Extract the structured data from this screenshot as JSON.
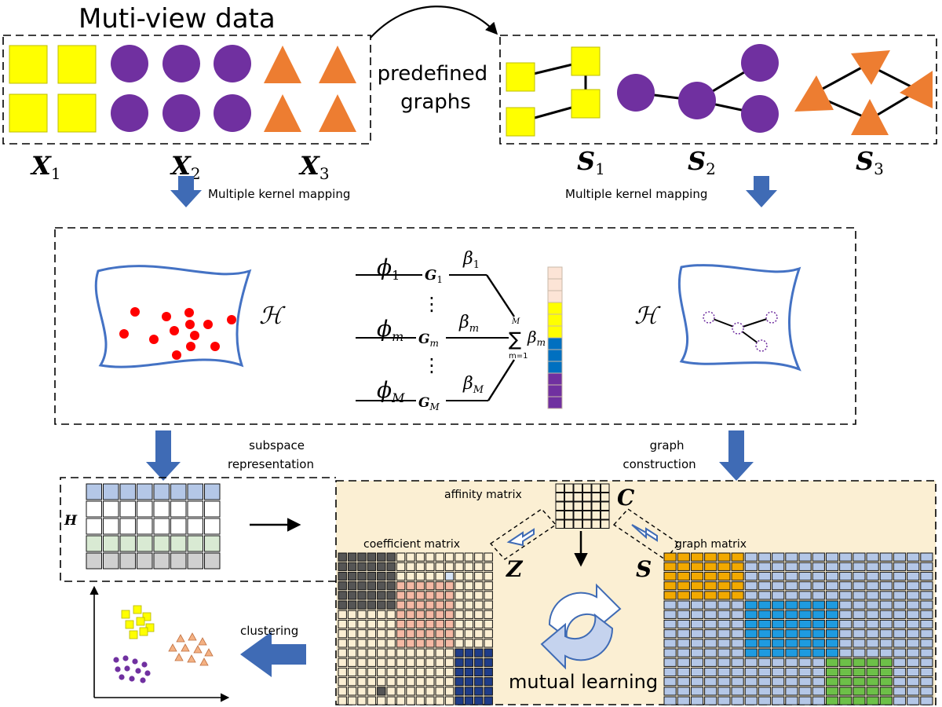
{
  "title": "Muti-view data",
  "predefined_graphs": [
    "predefined",
    "graphs"
  ],
  "views": [
    "X",
    "X",
    "X"
  ],
  "view_subscripts": [
    "1",
    "2",
    "3"
  ],
  "graphs": [
    "S",
    "S",
    "S"
  ],
  "graph_subscripts": [
    "1",
    "2",
    "3"
  ],
  "kernel_mapping_left": "Multiple kernel mapping",
  "kernel_mapping_right": "Multiple kernel mapping",
  "hilbert_space": "ℋ",
  "phi": [
    "ϕ",
    "ϕ",
    "ϕ"
  ],
  "phi_subscripts": [
    "1",
    "m",
    "M"
  ],
  "kernel": [
    "G",
    "G",
    "G"
  ],
  "kernel_subscripts": [
    "1",
    "m",
    "M"
  ],
  "beta": [
    "β",
    "β",
    "β"
  ],
  "beta_subscripts": [
    "1",
    "m",
    "M"
  ],
  "sum_symbol": "∑",
  "sum_upper": "M",
  "sum_lower": "m=1",
  "sum_term": "β",
  "sum_term_sub": "m",
  "vdots": "⋮",
  "subspace_label": [
    "subspace",
    "representation"
  ],
  "graph_construction_label": [
    "graph",
    "construction"
  ],
  "H_label": "H",
  "affinity_label": "affinity matrix",
  "C_label": "C",
  "coefficient_label": "coefficient matrix",
  "Z_label": "Z",
  "graph_matrix_label": "graph matrix",
  "S_label": "S",
  "mutual_learning": "mutual learning",
  "clustering_label": "clustering",
  "colors": {
    "yellow": "#FFFF00",
    "purple": "#7030A0",
    "orange": "#ED7D31",
    "blue_arrow": "#3F6BB5",
    "panel_bg": "#FBEFD3",
    "red_dot": "#FF0000",
    "curve": "#4472C4"
  }
}
